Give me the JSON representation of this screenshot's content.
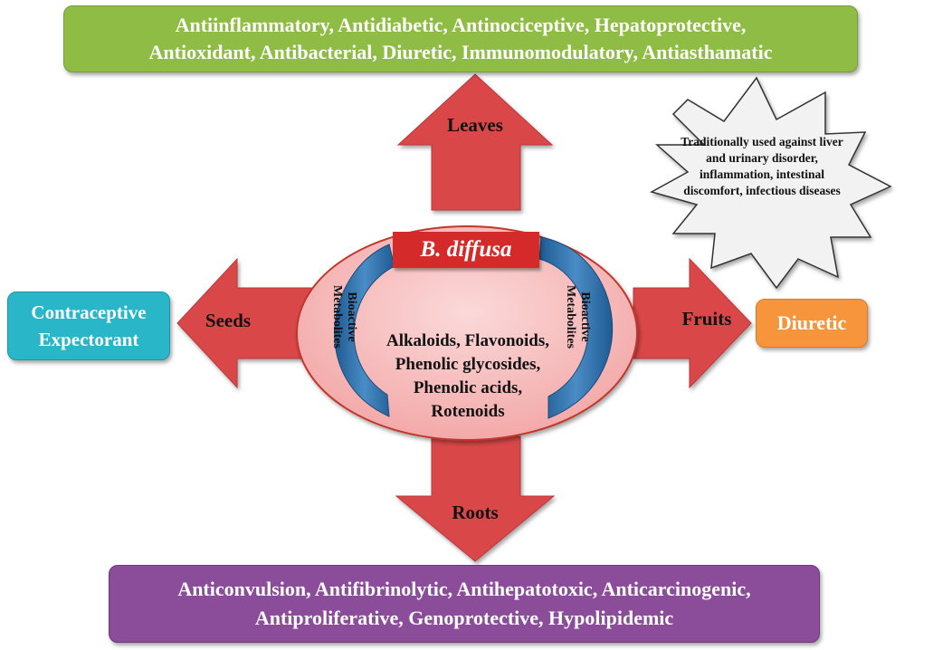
{
  "top_box": {
    "line1": "Antiinflammatory, Antidiabetic, Antinociceptive, Hepatoprotective,",
    "line2": "Antioxidant, Antibacterial, Diuretic, Immunomodulatory, Antiasthamatic",
    "color": "#8fbc45"
  },
  "bottom_box": {
    "line1": "Anticonvulsion, Antifibrinolytic, Antihepatotoxic, Anticarcinogenic,",
    "line2": "Antiproliferative, Genoprotective,  Hypolipidemic",
    "color": "#8b4d9a"
  },
  "left_box": {
    "line1": "Contraceptive",
    "line2": "Expectorant",
    "color": "#2ab6c9"
  },
  "right_box": {
    "text": "Diuretic",
    "color": "#f7953c"
  },
  "arrows": {
    "top": "Leaves",
    "bottom": "Roots",
    "left": "Seeds",
    "right": "Fruits",
    "color": "#d9474a"
  },
  "center": {
    "title": "B. diffusa",
    "side_label_line1": "Bioactive",
    "side_label_line2": "Metabolites",
    "metabolites": [
      "Alkaloids, Flavonoids,",
      "Phenolic glycosides,",
      "Phenolic acids,",
      "Rotenoids"
    ],
    "ellipse_color": "#f5b8b8",
    "band_color": "#2e6fa8"
  },
  "starburst": {
    "lines": [
      "Traditionally used against liver",
      "and urinary disorder,",
      "inflammation, intestinal",
      "discomfort, infectious diseases"
    ]
  }
}
